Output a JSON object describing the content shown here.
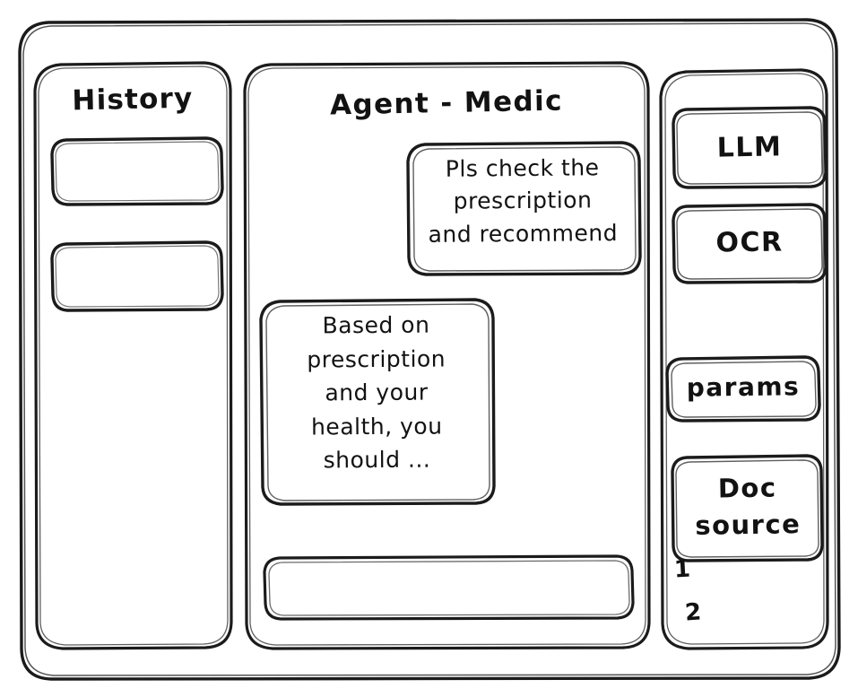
{
  "window": {
    "name": "agent-medic-wireframe"
  },
  "sidebar_left": {
    "title": "History",
    "items": [
      {
        "name": "history-item-1",
        "label": ""
      },
      {
        "name": "history-item-2",
        "label": ""
      }
    ]
  },
  "main": {
    "title": "Agent - Medic",
    "messages": [
      {
        "role": "user",
        "name": "user-message-bubble",
        "text": "Pls check the\nprescription\nand recommend"
      },
      {
        "role": "agent",
        "name": "agent-message-bubble",
        "text": "Based on\nprescription\nand your\nhealth, you\nshould ..."
      }
    ],
    "composer": {
      "value": "",
      "placeholder": ""
    }
  },
  "sidebar_right": {
    "tools": [
      {
        "name": "tool-llm",
        "label": "LLM"
      },
      {
        "name": "tool-ocr",
        "label": "OCR"
      },
      {
        "name": "tool-params",
        "label": "params"
      },
      {
        "name": "tool-doc-source",
        "label": "Doc\nsource"
      }
    ],
    "doc_sources": [
      {
        "name": "doc-source-item-1",
        "label": "1"
      },
      {
        "name": "doc-source-item-2",
        "label": "2"
      }
    ]
  },
  "style": {
    "ink": "#1b1b1b",
    "paper": "#ffffff"
  }
}
